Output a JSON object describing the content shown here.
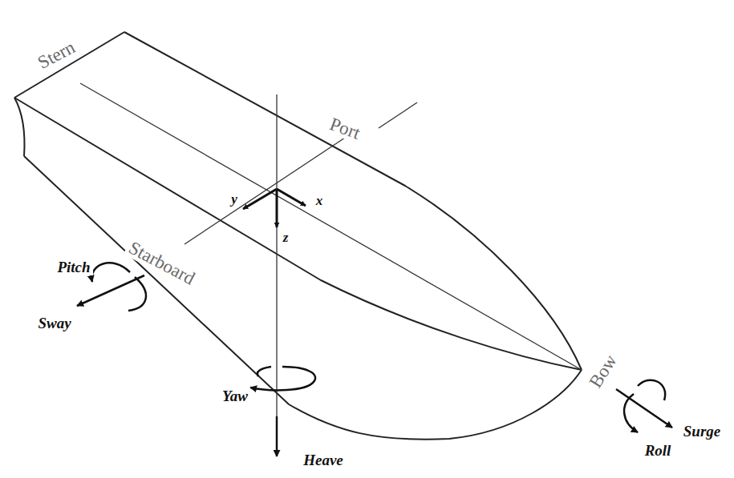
{
  "diagram": {
    "labels": [
      "Stern",
      "Port",
      "y",
      "x",
      "z",
      "Starboard",
      "Pitch",
      "Sway",
      "Yaw",
      "Bow",
      "Surge",
      "Roll",
      "Heave"
    ]
  }
}
